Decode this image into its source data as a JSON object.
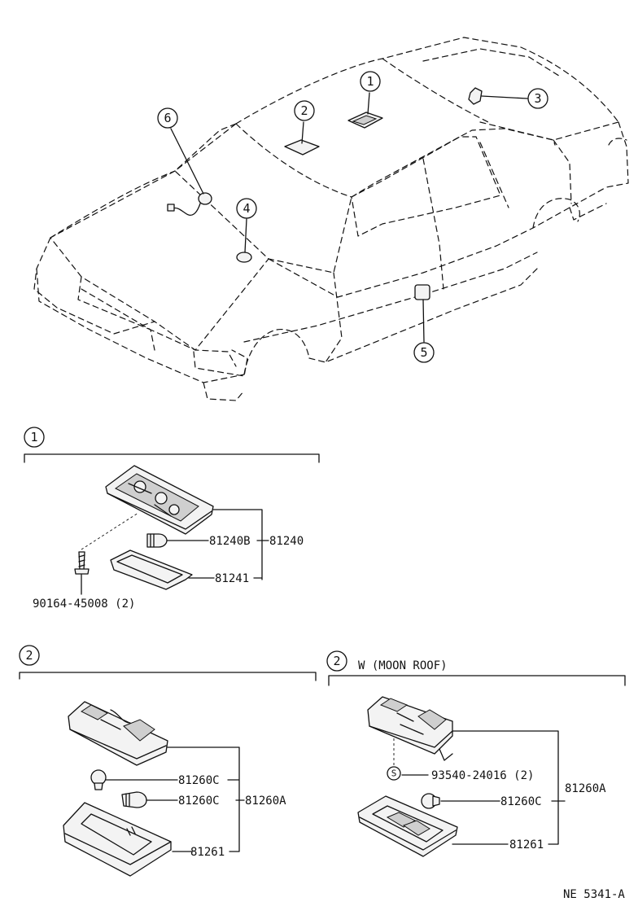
{
  "callouts": {
    "c1": "1",
    "c2": "2",
    "c3": "3",
    "c4": "4",
    "c5": "5",
    "c6": "6"
  },
  "sections": {
    "s1": {
      "num": "1"
    },
    "s2": {
      "num": "2"
    },
    "s3": {
      "num": "2",
      "title": "W (MOON ROOF)"
    }
  },
  "parts": {
    "p81240B": "81240B",
    "p81240": "81240",
    "p81241": "81241",
    "p90164": "90164-45008 (2)",
    "p81260C_a": "81260C",
    "p81260C_b": "81260C",
    "p81260A_a": "81260A",
    "p81261_a": "81261",
    "s_mark": "S",
    "p93540": "93540-24016 (2)",
    "p81260C_c": "81260C",
    "p81260A_b": "81260A",
    "p81261_b": "81261"
  },
  "footer": {
    "code": "NE 5341-A"
  }
}
